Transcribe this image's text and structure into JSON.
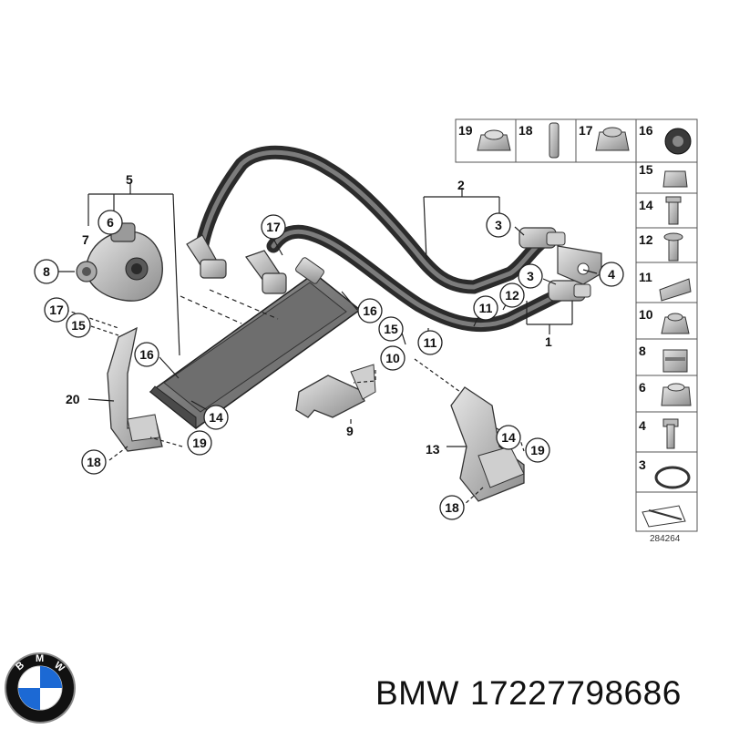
{
  "footer": {
    "brand": "BMW",
    "part_number": "17227798686"
  },
  "diagram": {
    "id_label": "284264",
    "group_labels": {
      "g5": "5",
      "g2": "2",
      "g1": "1",
      "g9": "9",
      "g13": "13",
      "g20": "20",
      "g7": "7"
    },
    "callouts": {
      "c6": "6",
      "c8": "8",
      "c17a": "17",
      "c15a": "15",
      "c16a": "16",
      "c17b": "17",
      "c3a": "3",
      "c3b": "3",
      "c4": "4",
      "c12": "12",
      "c11a": "11",
      "c11b": "11",
      "c16b": "16",
      "c15b": "15",
      "c10": "10",
      "c14a": "14",
      "c14b": "14",
      "c19a": "19",
      "c19b": "19",
      "c18a": "18",
      "c18b": "18"
    },
    "legend_top": [
      "19",
      "18",
      "17",
      "16"
    ],
    "legend_side": [
      "15",
      "14",
      "12",
      "11",
      "10",
      "8",
      "6",
      "4",
      "3"
    ]
  },
  "logo": {
    "letters": [
      "B",
      "M",
      "W"
    ],
    "colors": {
      "blue": "#1c69d4",
      "black": "#111111",
      "white": "#ffffff"
    }
  }
}
